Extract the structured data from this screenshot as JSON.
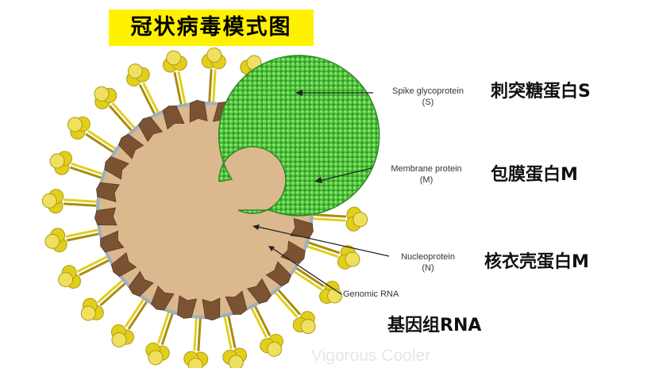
{
  "title": "冠状病毒模式图",
  "labels": [
    {
      "id": "spike",
      "en": "Spike glycoprotein",
      "abbr": "(S)",
      "zh": "刺突糖蛋白S"
    },
    {
      "id": "membrane",
      "en": "Membrane protein",
      "abbr": "(M)",
      "zh": "包膜蛋白M"
    },
    {
      "id": "nucleo",
      "en": "Nucleoprotein",
      "abbr": "(N)",
      "zh": "核衣壳蛋白M"
    },
    {
      "id": "rna",
      "en": "Genomic RNA",
      "abbr": "",
      "zh": "基因组RNA"
    }
  ],
  "watermark": "Vigorous Cooler",
  "colors": {
    "title_bg": "#fff200",
    "spike": "#e2cf1a",
    "membrane": "#7b5332",
    "body": "#dcb88f",
    "capsid": "#4fc23a"
  }
}
